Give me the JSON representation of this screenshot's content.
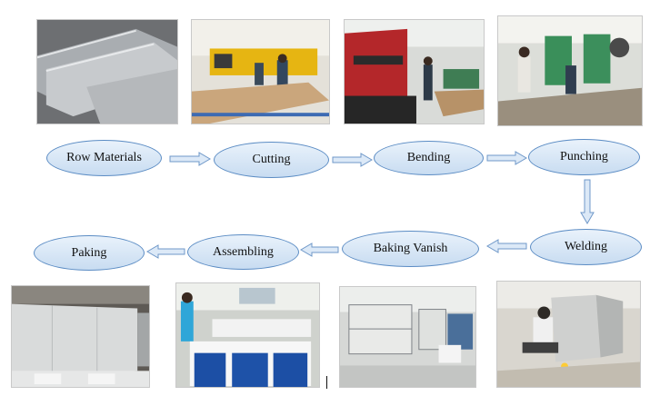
{
  "steps": {
    "raw_materials": "Row Materials",
    "cutting": "Cutting",
    "bending": "Bending",
    "punching": "Punching",
    "welding": "Welding",
    "baking": "Baking Vanish",
    "assembling": "Assembling",
    "packing": "Paking"
  },
  "colors": {
    "node_border": "#5b8cc4",
    "node_fill_top": "#e9f2fb",
    "node_fill_bottom": "#c8dcf1",
    "arrow_fill": "#dce9f7",
    "arrow_stroke": "#6f98c9"
  }
}
